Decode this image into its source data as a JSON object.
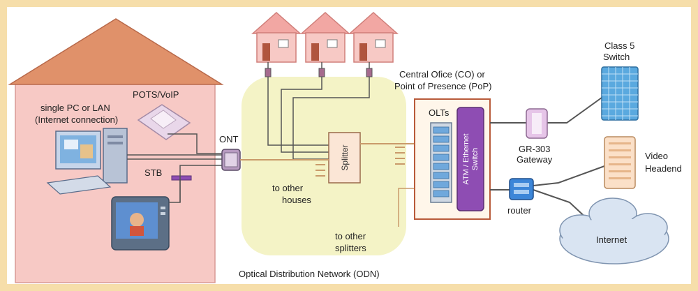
{
  "colors": {
    "frame": "#f6deaa",
    "house_wall": "#f7c9c5",
    "roof": "#e0916a",
    "odn_area": "#f4f3c6",
    "fiber": "#c99a6a",
    "copper": "#555555",
    "atm_switch": "#8e4db3",
    "class5_switch": "#5aa9df",
    "cloud": "#d9e4f2"
  },
  "labels": {
    "pc": "single PC or LAN",
    "pc_sub": "(Internet connection)",
    "pots": "POTS/VoIP",
    "ont": "ONT",
    "stb": "STB",
    "splitter": "Splitter",
    "other_houses_1": "to other",
    "other_houses_2": "houses",
    "other_splitters_1": "to other",
    "other_splitters_2": "splitters",
    "odn": "Optical Distribution Network (ODN)",
    "co_1": "Central Ofice (CO) or",
    "co_2": "Point of Presence (PoP)",
    "olts": "OLTs",
    "atm_1": "ATM / Ethernet",
    "atm_2": "Switch",
    "gateway_1": "GR-303",
    "gateway_2": "Gateway",
    "router": "router",
    "class5_1": "Class 5",
    "class5_2": "Switch",
    "video_1": "Video",
    "video_2": "Headend",
    "internet": "Internet"
  }
}
